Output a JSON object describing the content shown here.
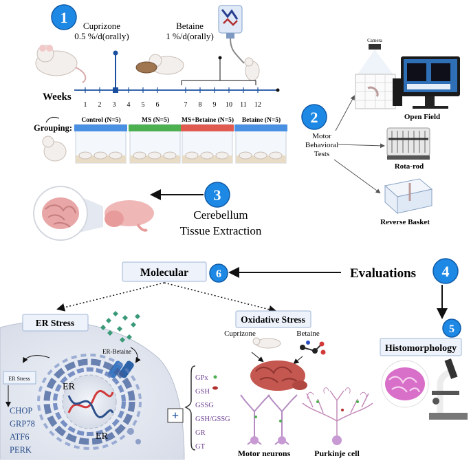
{
  "steps": {
    "s1": "1",
    "s2": "2",
    "s3": "3",
    "s4": "4",
    "s5": "5",
    "s6": "6"
  },
  "treatment": {
    "cuprizone_name": "Cuprizone",
    "cuprizone_dose": "0.5 %/d(orally)",
    "betaine_name": "Betaine",
    "betaine_dose": "1 %/d(orally)"
  },
  "timeline": {
    "axis_label": "Weeks",
    "weeks": [
      "1",
      "2",
      "3",
      "4",
      "5",
      "6",
      "7",
      "8",
      "9",
      "10",
      "11",
      "12"
    ]
  },
  "grouping": {
    "label": "Grouping:",
    "groups": [
      {
        "name": "Control (N=5)",
        "color": "#4a90e2"
      },
      {
        "name": "MS (N=5)",
        "color": "#4caf50"
      },
      {
        "name": "MS+Betaine (N=5)",
        "color": "#e05a4f"
      },
      {
        "name": "Betaine (N=5)",
        "color": "#4a90e2"
      }
    ]
  },
  "tests": {
    "center_label": [
      "Motor",
      "Behavioral",
      "Tests"
    ],
    "camera": "Camera",
    "open_field": "Open Field",
    "rota_rod": "Rota-rod",
    "reverse_basket": "Reverse Basket"
  },
  "extraction": {
    "line1": "Cerebellum",
    "line2": "Tissue Extraction"
  },
  "evaluation": {
    "evaluations": "Evaluations",
    "molecular": "Molecular",
    "histomorphology": "Histomorphology"
  },
  "er": {
    "title": "ER Stress",
    "er_betaine": "ER-Betaine",
    "small_box": "ER Stress",
    "er1": "ER",
    "er2": "ER",
    "markers": [
      "CHOP",
      "GRP78",
      "ATF6",
      "PERK"
    ]
  },
  "ox": {
    "title": "Oxidative Stress",
    "cuprizone": "Cuprizone",
    "betaine": "Betaine",
    "plus": "+",
    "markers": [
      "GPx",
      "GSH",
      "GSSG",
      "GSH/GSSG",
      "GR",
      "GT"
    ],
    "motor_neurons": "Motor neurons",
    "purkinje": "Purkinje cell"
  },
  "colors": {
    "accent": "#1a6fc4",
    "circle": "#1e88e5",
    "box_fill": "#eef3fb",
    "box_stroke": "#9fb6d6",
    "marker_text": "#6b3d8f",
    "er_text": "#2a4f8a"
  }
}
